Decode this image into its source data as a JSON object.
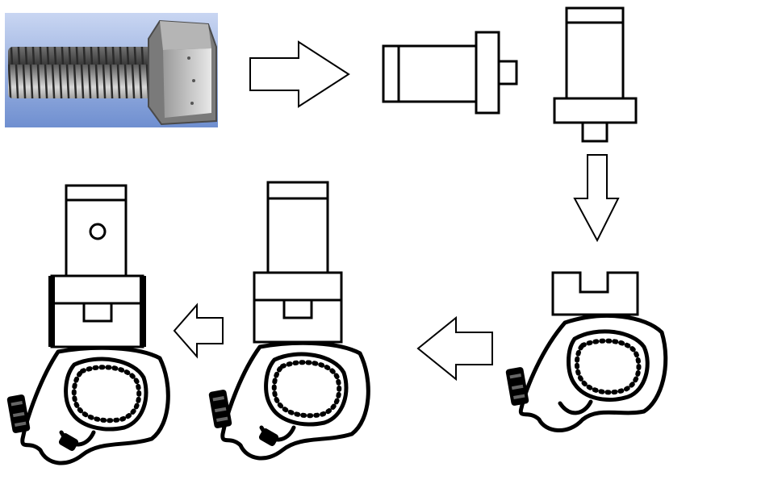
{
  "diagram": {
    "steps": [
      {
        "id": "photo",
        "kind": "bolt-photo"
      },
      {
        "id": "side",
        "kind": "bolt-side-view"
      },
      {
        "id": "upright",
        "kind": "bolt-upright-view"
      },
      {
        "id": "slotted",
        "kind": "slotted-head-with-clamp"
      },
      {
        "id": "assembled",
        "kind": "bolt-in-clamp"
      },
      {
        "id": "pinned",
        "kind": "bolt-with-pin-hole-in-clamp"
      }
    ],
    "arrows": [
      {
        "from": "photo",
        "to": "side",
        "direction": "right"
      },
      {
        "from": "upright",
        "to": "slotted",
        "direction": "down"
      },
      {
        "from": "slotted",
        "to": "assembled",
        "direction": "left"
      },
      {
        "from": "assembled",
        "to": "pinned",
        "direction": "left"
      }
    ],
    "colors": {
      "line": "#000000",
      "background": "#ffffff",
      "photo_sky": "#6f8fd0",
      "photo_steel": "#8a8a8a"
    }
  }
}
